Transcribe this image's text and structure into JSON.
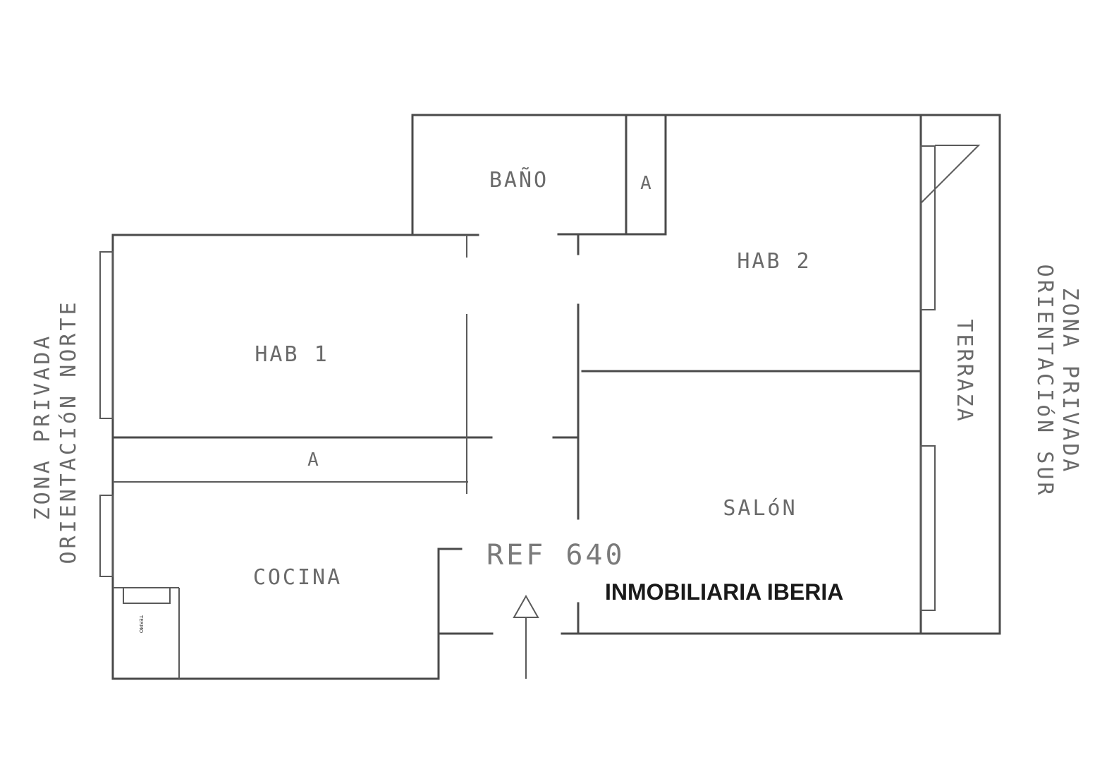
{
  "rooms": {
    "bano": "BAÑO",
    "armario_top": "A",
    "hab2": "HAB 2",
    "hab1": "HAB 1",
    "armario_mid": "A",
    "salon": "SALóN",
    "cocina": "COCINA",
    "terraza": "TERRAZA"
  },
  "ref": "REF 640",
  "brand": "INMOBILIARIA IBERIA",
  "zones": {
    "left_line1": "ZONA PRIVADA",
    "left_line2": "ORIENTACIóN NORTE",
    "right_line1": "ZONA PRIVADA",
    "right_line2": "ORIENTACIóN SUR"
  },
  "appliance": "TERMO",
  "colors": {
    "wall": "#4a4a4a",
    "text": "#6a6a6a",
    "brand": "#1a1a1a"
  }
}
